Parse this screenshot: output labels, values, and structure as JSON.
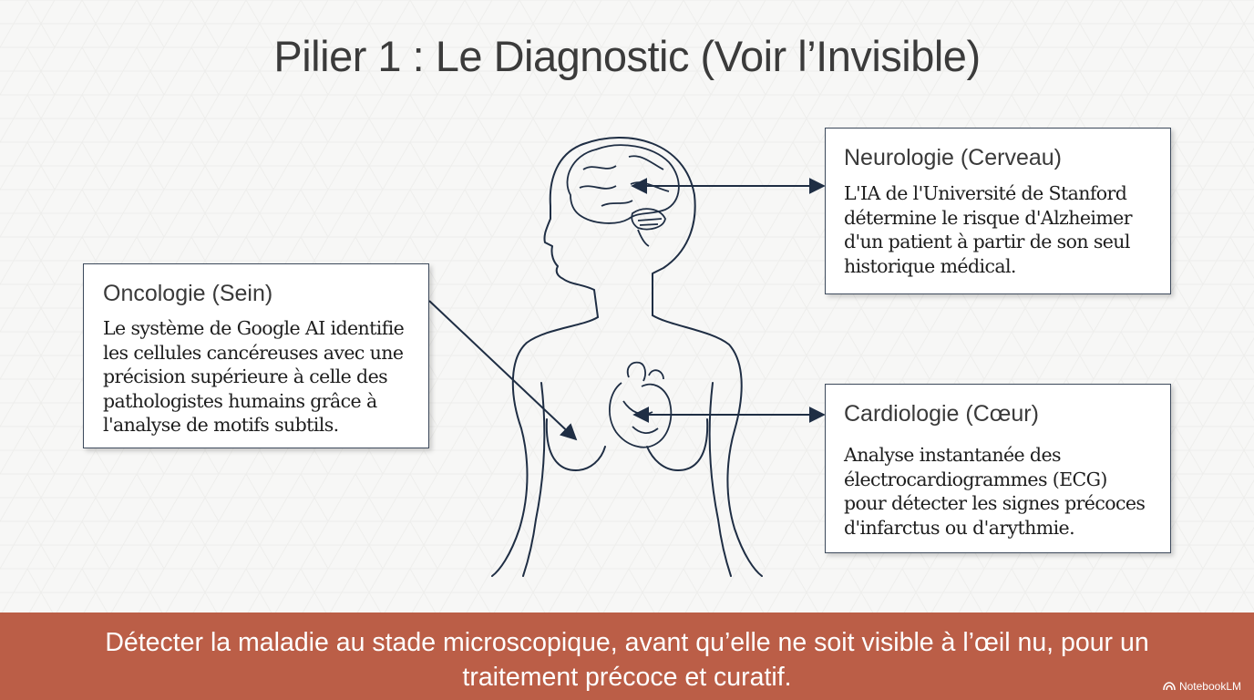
{
  "title": "Pilier 1 : Le Diagnostic (Voir l’Invisible)",
  "cards": {
    "oncology": {
      "heading": "Oncologie (Sein)",
      "body": "Le système de Google AI identifie les cellules cancéreuses avec une précision supérieure à celle des pathologistes humains grâce à l'analyse de motifs subtils."
    },
    "neurology": {
      "heading": "Neurologie (Cerveau)",
      "body": "L'IA de l'Université de Stanford détermine le risque d'Alzheimer d'un patient à partir de son seul historique médical."
    },
    "cardiology": {
      "heading": "Cardiologie (Cœur)",
      "body": "Analyse instantanée des électrocardiogrammes (ECG) pour détecter les signes précoces d'infarctus ou d'arythmie."
    }
  },
  "banner": {
    "text": "Détecter la maladie au stade microscopique, avant qu’elle ne soit visible à l’œil nu, pour un traitement précoce et curatif."
  },
  "brand": {
    "label": "NotebookLM",
    "icon": "notebooklm-logo-icon"
  },
  "colors": {
    "banner": "#bb5e47",
    "line": "#1f2e44",
    "card_border": "#3d4a5c"
  }
}
